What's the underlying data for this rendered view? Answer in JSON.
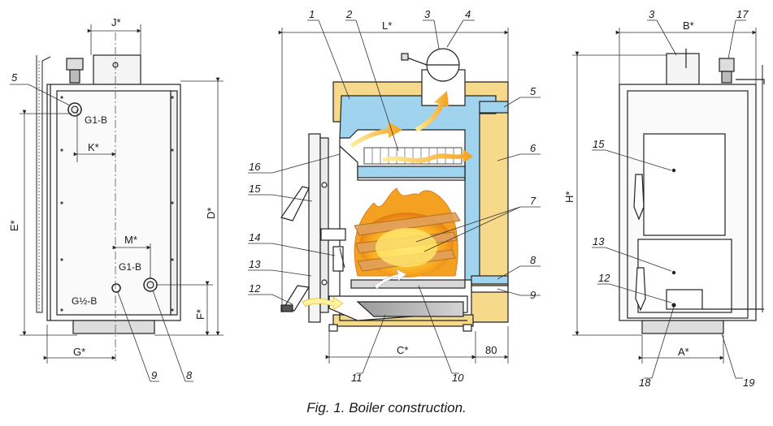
{
  "caption": "Fig. 1.  Boiler construction.",
  "left_view": {
    "dims": {
      "j": "J*",
      "k": "K*",
      "m": "M*",
      "e": "E*",
      "d": "D*",
      "f": "F*",
      "g": "G*"
    },
    "connections": {
      "top": "G1-B",
      "mid": "G1-B",
      "bottom": "G½-B"
    },
    "callouts": {
      "c5": "5",
      "c9": "9",
      "c8": "8"
    }
  },
  "center_view": {
    "dims": {
      "l": "L*",
      "c": "C*",
      "offset": "80"
    },
    "callouts": {
      "c1": "1",
      "c2": "2",
      "c3": "3",
      "c4": "4",
      "c5": "5",
      "c6": "6",
      "c7": "7",
      "c8": "8",
      "c9": "9",
      "c10": "10",
      "c11": "11",
      "c12": "12",
      "c13": "13",
      "c14": "14",
      "c15": "15",
      "c16": "16"
    }
  },
  "right_view": {
    "dims": {
      "b": "B*",
      "h": "H*",
      "a": "A*"
    },
    "callouts": {
      "c3": "3",
      "c17": "17",
      "c15": "15",
      "c13": "13",
      "c12": "12",
      "c18": "18",
      "c19": "19"
    }
  },
  "colors": {
    "insulation": "#f6d98a",
    "water_jacket": "#9fd3ee",
    "flame_core": "#ffd23a",
    "flame_outer": "#f4a020",
    "arrow": "#f5a623",
    "line": "#222222"
  }
}
